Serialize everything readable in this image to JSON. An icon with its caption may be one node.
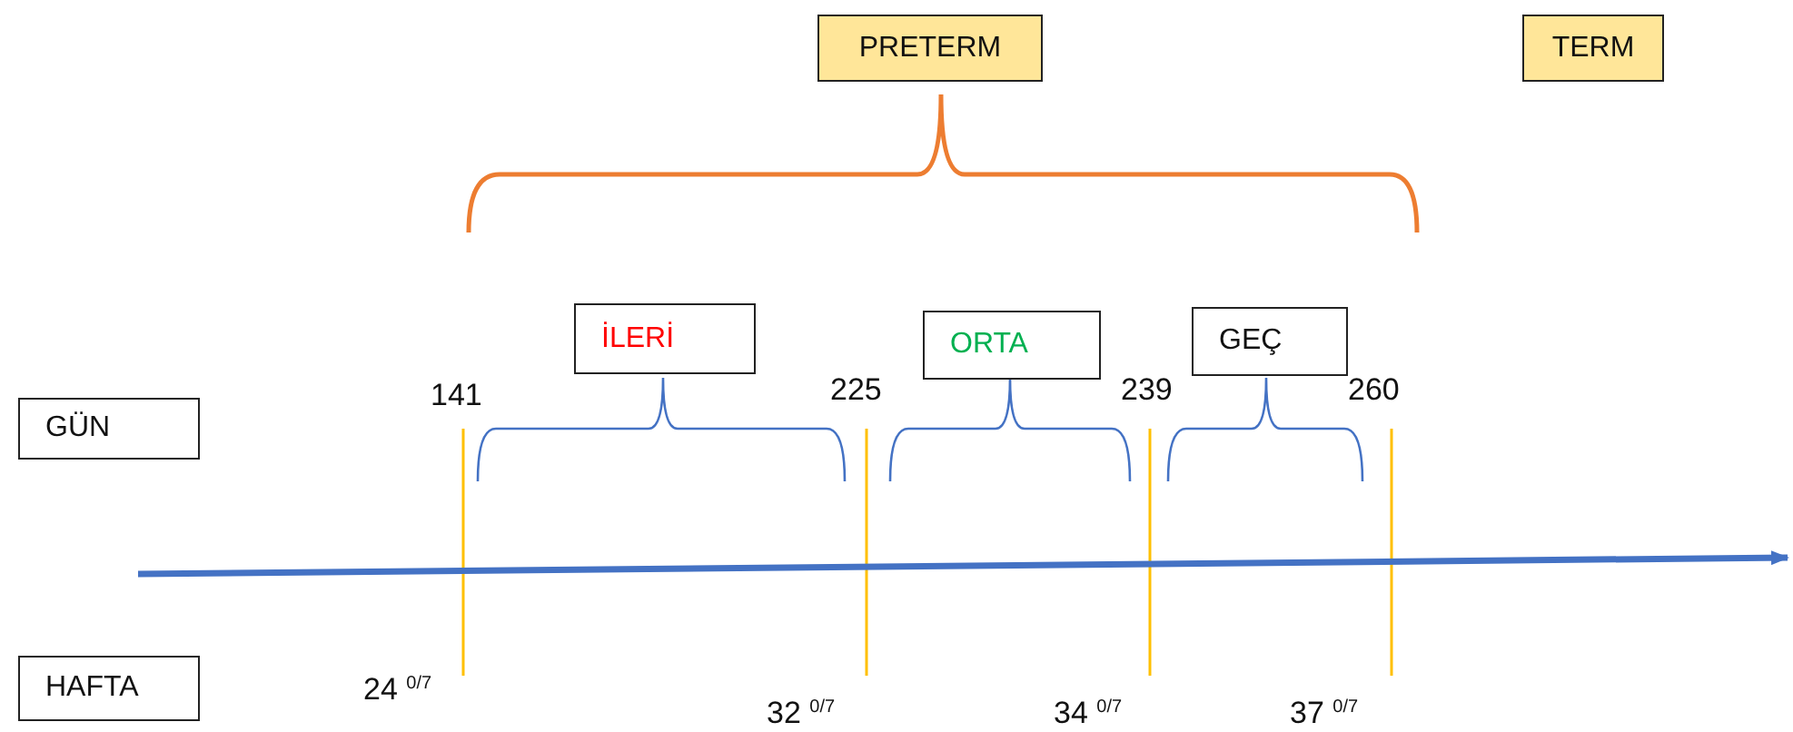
{
  "diagram": {
    "nodes": [
      {
        "text": [
          "PRETERM"
        ]
      },
      {
        "text": [
          "TERM"
        ]
      },
      {
        "text": [
          "İLERİ"
        ]
      },
      {
        "text": [
          "ORTA"
        ]
      },
      {
        "text": [
          "GEÇ"
        ]
      },
      {
        "text": [
          "GÜN"
        ]
      },
      {
        "text": [
          "HAFTA"
        ]
      }
    ],
    "edges": [],
    "labels": [
      "141",
      "225",
      "239",
      "260",
      "24 $^{0/7}$",
      "32 $^{0/7}$",
      "34 $^{0/7}$",
      "37 $^{0/7}$"
    ]
  }
}
